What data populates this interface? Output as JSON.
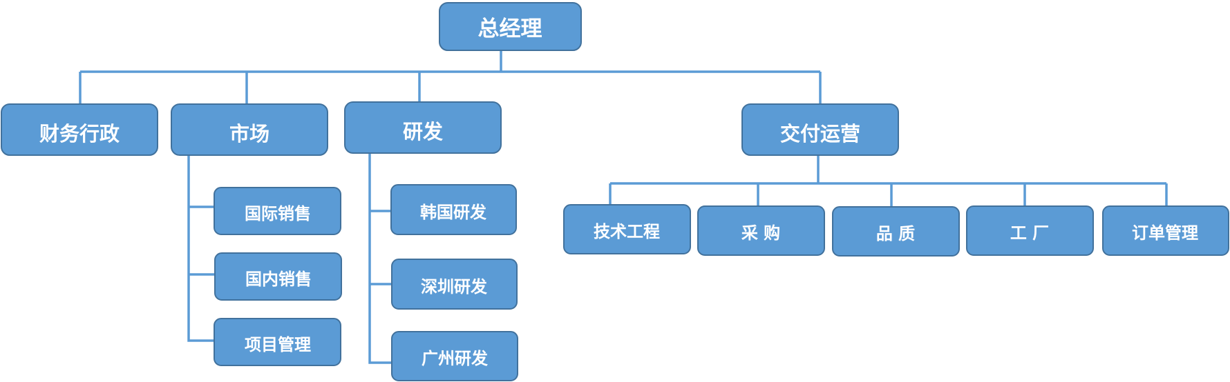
{
  "org": {
    "root": {
      "label": "总经理"
    },
    "departments": [
      {
        "label": "财务行政",
        "children": []
      },
      {
        "label": "市场",
        "children": [
          {
            "label": "国际销售"
          },
          {
            "label": "国内销售"
          },
          {
            "label": "项目管理"
          }
        ]
      },
      {
        "label": "研发",
        "children": [
          {
            "label": "韩国研发"
          },
          {
            "label": "深圳研发"
          },
          {
            "label": "广州研发"
          }
        ]
      },
      {
        "label": "交付运营",
        "children": [
          {
            "label": "技术工程"
          },
          {
            "label": "采 购"
          },
          {
            "label": "品 质"
          },
          {
            "label": "工 厂"
          },
          {
            "label": "订单管理"
          }
        ]
      }
    ]
  },
  "colors": {
    "box_fill": "#5b9bd5",
    "box_border": "#41719c",
    "connector": "#5b9bd5",
    "text": "#ffffff"
  }
}
